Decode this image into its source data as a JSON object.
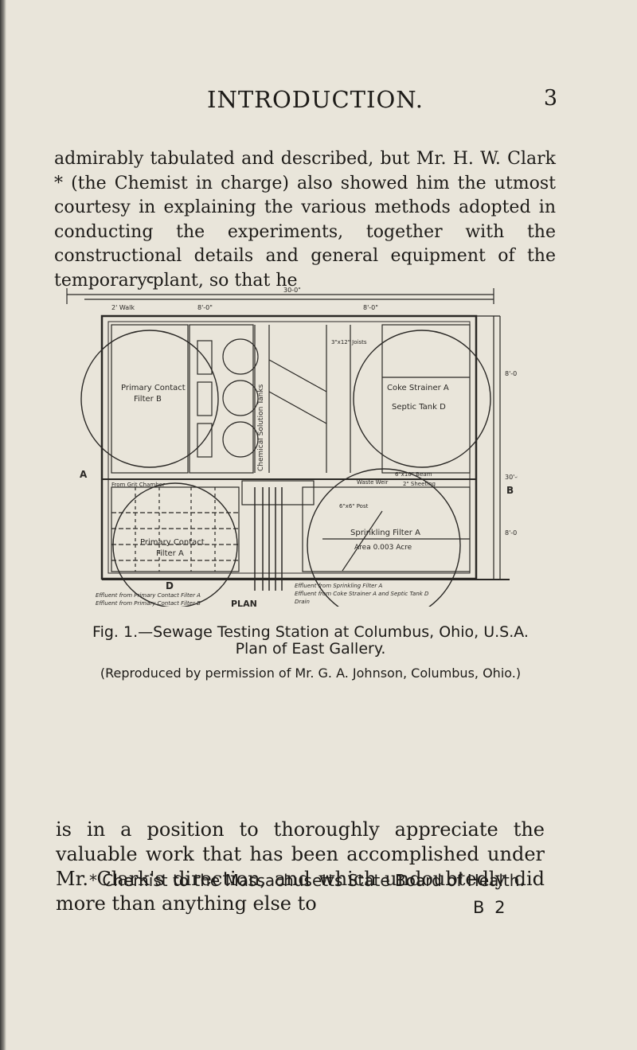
{
  "header": {
    "running_head": "INTRODUCTION.",
    "page_number": "3"
  },
  "paragraph_1": "admirably tabulated and described, but Mr. H. W. Clark * (the Chemist in charge) also showed him the utmost courtesy in explaining the various methods adopted in conducting the experiments, together with the constructional details and general equipment of the temporary plant, so that he",
  "figure": {
    "label_c": "C",
    "label_d": "D",
    "label_a": "A",
    "label_b": "B",
    "dim_top": "30-0\"",
    "dim_8_left": "8'-0\"",
    "dim_8_right": "8'-0\"",
    "dim_2_walk": "2' Walk",
    "dim_side_upper": "8'-0\"",
    "dim_side_mid": "30'-0\"",
    "dim_side_lower": "8'-0\"",
    "filter_b_line1": "Primary Contact",
    "filter_b_line2": "Filter B",
    "chemical_tanks": "Chemical Solution Tanks",
    "coke_strainer": "Coke Strainer A",
    "septic_tank": "Septic Tank D",
    "filter_a_line1": "Primary Contact",
    "filter_a_line2": "Filter A",
    "sprinkling_filter": "Sprinkling Filter A",
    "area": "Area 0.003 Acre",
    "grit_chamber": "From Grit Chamber",
    "waste_weir": "Waste Weir",
    "post_66": "6\"x6\" Post",
    "beam": "6\"x10\" Beam",
    "sheeting": "2\" Sheeting",
    "joists": "3\"x12\" Joists",
    "note_effluent_a": "Effluent from Primary Contact Filter A",
    "note_effluent_b": "Effluent from Primary Contact Filter B",
    "note_effluent_sprinkling": "Effluent from Sprinkling Filter A",
    "note_effluent_coke": "Effluent from Coke Strainer A and Septic Tank D",
    "note_drain": "Drain",
    "plan_label": "PLAN"
  },
  "caption": {
    "line1": "Fig. 1.—Sewage Testing Station at Columbus, Ohio, U.S.A.",
    "line2": "Plan of East Gallery.",
    "credit": "(Reproduced by permission of Mr. G. A. Johnson, Columbus, Ohio.)"
  },
  "paragraph_2": "is in a position to thoroughly appreciate the valuable work that has been accomplished under Mr. Clark's direction, and which undoubtedly did more than anything else to",
  "footnote": "* Chemist to the Massachusetts State Board of Health.",
  "signature_mark": "B 2"
}
